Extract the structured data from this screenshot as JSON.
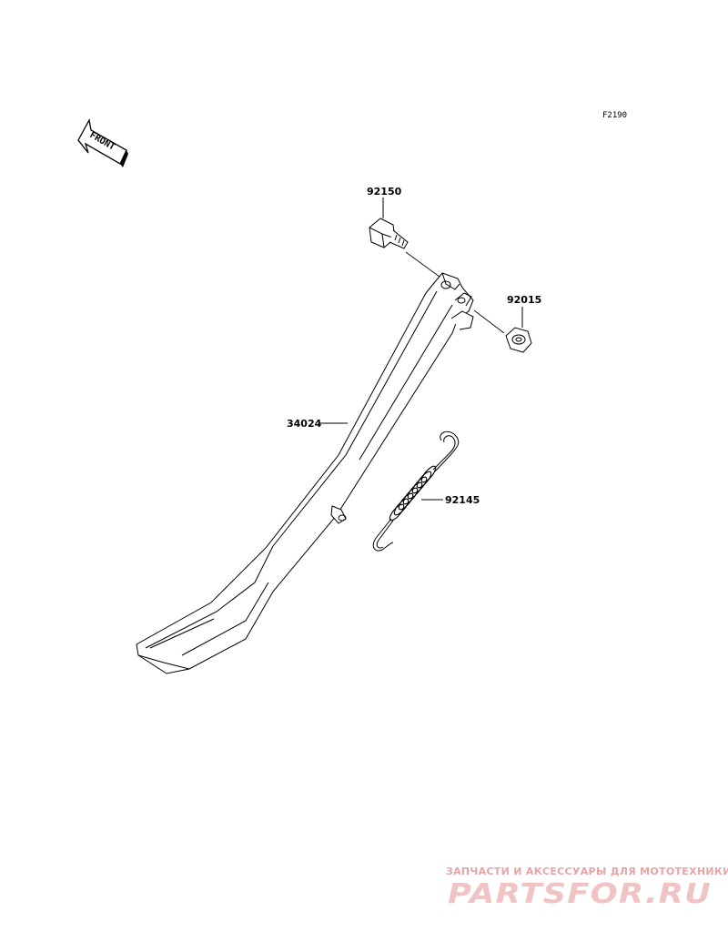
{
  "figure_code": "F2190",
  "front_label": "FRONT",
  "parts": [
    {
      "number": "92150",
      "part": "bolt"
    },
    {
      "number": "92015",
      "part": "nut"
    },
    {
      "number": "34024",
      "part": "side-stand"
    },
    {
      "number": "92145",
      "part": "spring"
    }
  ],
  "watermark": {
    "tagline": "ЗАПЧАСТИ И АКСЕССУАРЫ ДЛЯ МОТОТЕХНИКИ",
    "logo": "PARTSFOR.RU"
  }
}
